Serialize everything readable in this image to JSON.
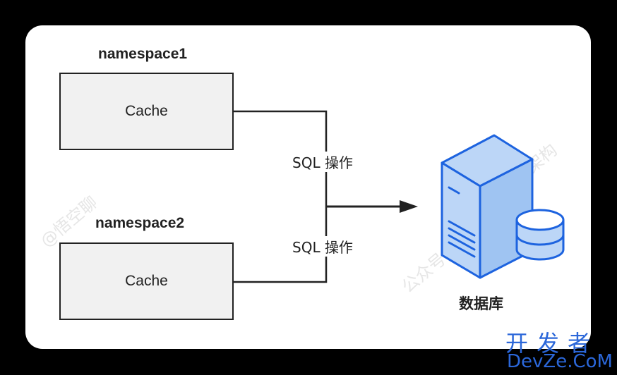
{
  "namespaces": [
    {
      "title": "namespace1",
      "cache_label": "Cache"
    },
    {
      "title": "namespace2",
      "cache_label": "Cache"
    }
  ],
  "sql_labels": [
    "SQL 操作",
    "SQL 操作"
  ],
  "database": {
    "label": "数据库",
    "icon": "database-server-icon"
  },
  "watermark": {
    "left": "@悟空聊",
    "right": "公众号",
    "right_end": "架构"
  },
  "site": {
    "name_cn": "开发者",
    "name_en": "DevZe.CoM"
  },
  "colors": {
    "accent": "#2b67d9",
    "server_fill": "#bcd6f7",
    "server_stroke": "#1d63df"
  }
}
